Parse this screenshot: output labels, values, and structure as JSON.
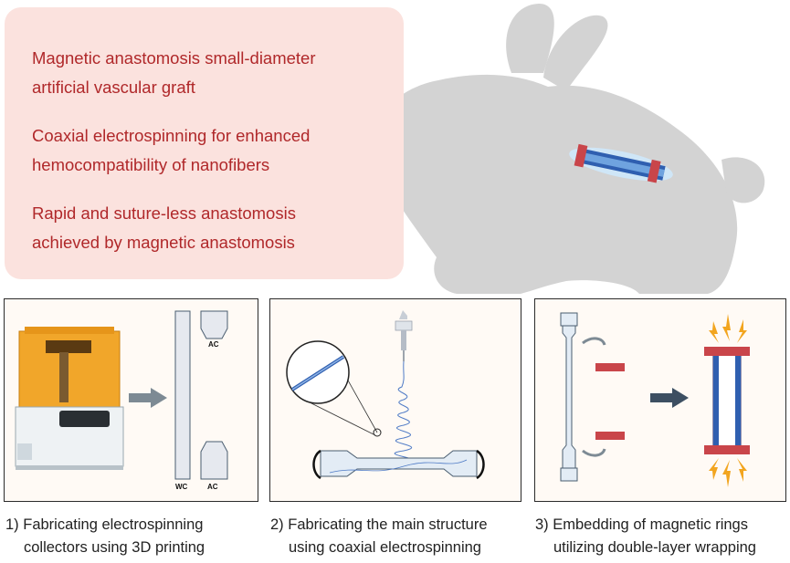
{
  "highlights": [
    {
      "line1": "Magnetic anastomosis small-diameter",
      "line2": "artificial vascular graft"
    },
    {
      "line1": "Coaxial electrospinning for enhanced",
      "line2": "hemocompatibility of nanofibers"
    },
    {
      "line1": "Rapid and suture-less anastomosis",
      "line2": "achieved by magnetic anastomosis"
    }
  ],
  "panel1": {
    "label_wc": "WC",
    "label_ac_top": "AC",
    "label_ac_bottom": "AC"
  },
  "captions": [
    {
      "line1": "1) Fabricating  electrospinning",
      "line2": "collectors using 3D printing"
    },
    {
      "line1": "2) Fabricating  the main structure",
      "line2": "using coaxial electrospinning"
    },
    {
      "line1": "3) Embedding of magnetic rings",
      "line2": "utilizing double-layer wrapping"
    }
  ],
  "colors": {
    "highlight_bg": "#fbe2de",
    "highlight_text": "#b0282a",
    "rabbit": "#d3d3d3",
    "graft_blue": "#2f5fb0",
    "ring_red": "#c9454a",
    "printer_orange": "#f1a62a"
  }
}
